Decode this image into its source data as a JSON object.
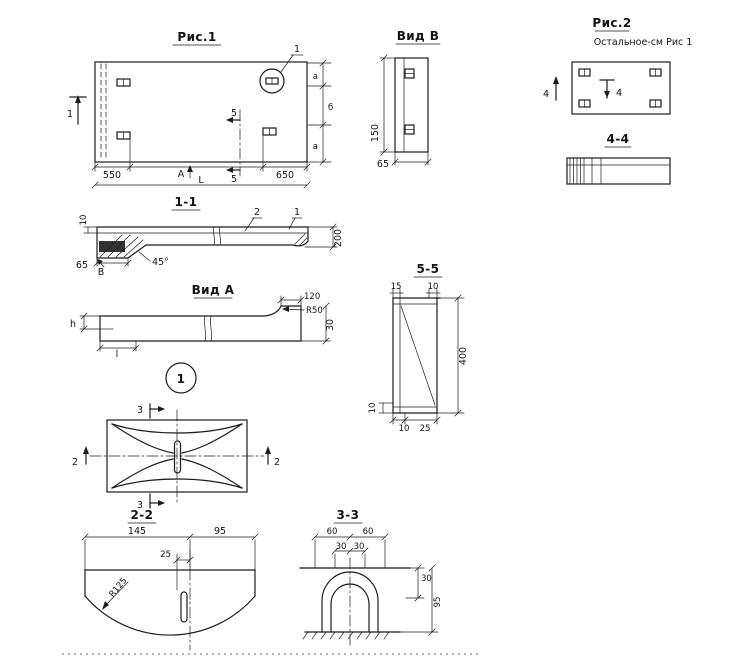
{
  "colors": {
    "ink": "#1c1c1c",
    "paper": "#ffffff"
  },
  "fig1": {
    "title": "Рис.1",
    "callout_label": "1",
    "section_marker_top": "5",
    "section_marker_bottom": "5",
    "view_marker_left": "1",
    "view_arrow_label": "A",
    "dim_left": "550",
    "dim_right": "650",
    "length_label": "L",
    "dim_a_top": "а",
    "dim_b_mid": "б",
    "dim_a_bottom": "а"
  },
  "view_b": {
    "title": "Вид В",
    "dim_height": "150",
    "dim_width": "65"
  },
  "fig2": {
    "title": "Рис.2",
    "subtitle": "Остальное-см Рис 1",
    "marker_left": "4",
    "marker_right": "4"
  },
  "section_4_4": {
    "title": "4-4"
  },
  "section_1_1": {
    "title": "1-1",
    "ref_2": "2",
    "ref_1": "1",
    "dim_thickness": "10",
    "dim_left": "65",
    "view_arrow_label": "В",
    "angle": "45°",
    "dim_depth": "200"
  },
  "view_a": {
    "title": "Вид А",
    "dim_tab": "120",
    "radius": "R50",
    "dim_h": "h",
    "dim_l": "l",
    "dim_depth": "30"
  },
  "section_5_5": {
    "title": "5-5",
    "dim_top_left": "15",
    "dim_top_right": "10",
    "dim_height": "400",
    "dim_bottom_left": "10",
    "dim_bottom_mid": "10",
    "dim_bottom_right": "25"
  },
  "detail": {
    "callout_label": "1",
    "marker_3_top": "3",
    "marker_3_bottom": "3",
    "marker_2_left": "2",
    "marker_2_right": "2"
  },
  "section_2_2": {
    "title": "2-2",
    "dim_left": "145",
    "dim_right": "95",
    "dim_slot": "25",
    "radius": "R125"
  },
  "section_3_3": {
    "title": "3-3",
    "dim_60_left": "60",
    "dim_60_right": "60",
    "dim_30_left": "30",
    "dim_30_right": "30",
    "dim_depth_top": "30",
    "dim_height": "95"
  }
}
